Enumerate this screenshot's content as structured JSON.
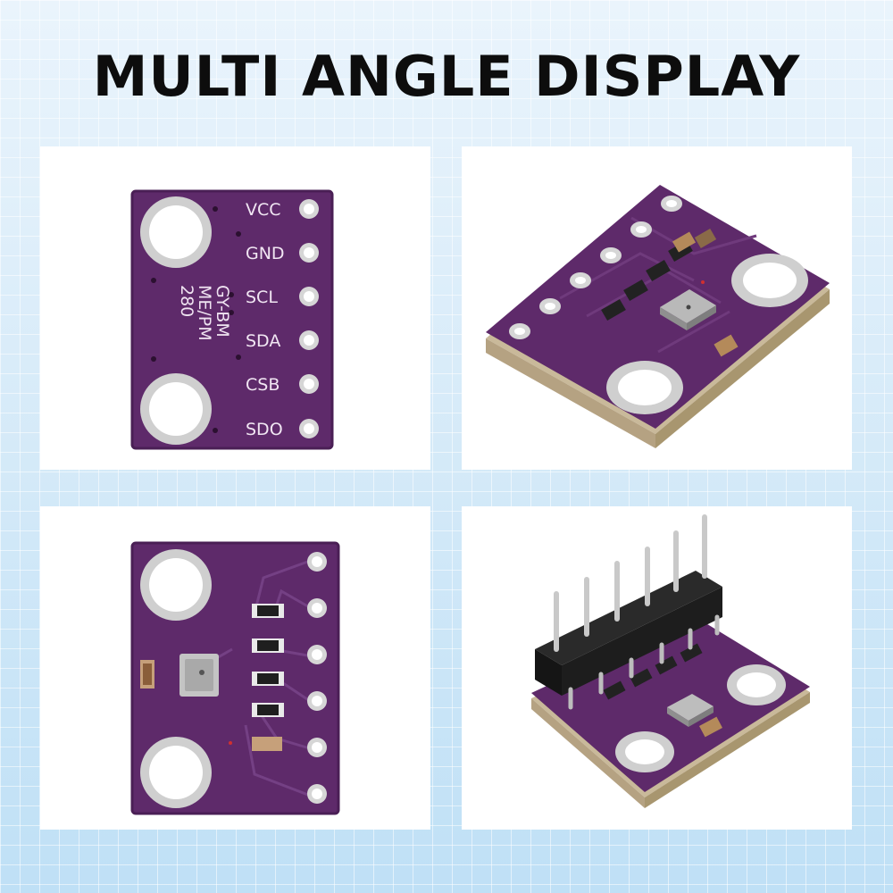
{
  "title": "MULTI ANGLE DISPLAY",
  "board": {
    "pin_labels": [
      "VCC",
      "GND",
      "SCL",
      "SDA",
      "CSB",
      "SDO"
    ],
    "silkscreen": [
      "GY-BM",
      "ME/PM",
      "280"
    ]
  },
  "colors": {
    "pcb": "#5e2a6a",
    "pcb_dark": "#4a1f55",
    "pad": "#d6d6d6",
    "background": "#d3e9f8"
  }
}
